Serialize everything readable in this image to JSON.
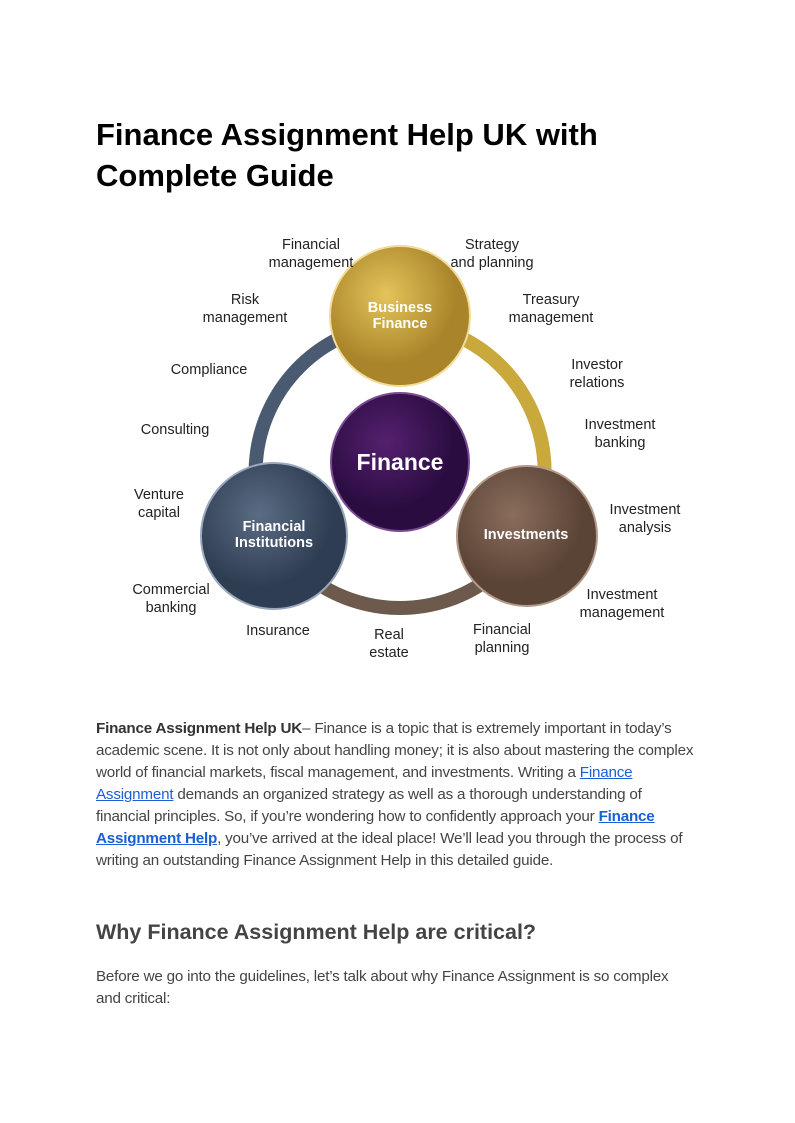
{
  "title": "Finance Assignment Help UK with Complete Guide",
  "diagram": {
    "center": "Finance",
    "nodes": {
      "business": "Business\nFinance",
      "institutions": "Financial\nInstitutions",
      "investments": "Investments"
    },
    "labels": [
      "Financial\nmanagement",
      "Strategy\nand planning",
      "Risk\nmanagement",
      "Treasury\nmanagement",
      "Compliance",
      "Investor\nrelations",
      "Consulting",
      "Investment\nbanking",
      "Venture\ncapital",
      "Investment\nanalysis",
      "Commercial\nbanking",
      "Investment\nmanagement",
      "Insurance",
      "Real\nestate",
      "Financial\nplanning"
    ],
    "colors": {
      "business": "#c9a437",
      "institutions": "#3f5068",
      "investments": "#6b5344",
      "center": "#3b1458"
    }
  },
  "intro": {
    "bold": "Finance Assignment Help UK",
    "t1": "– Finance is a topic that is extremely important in today’s academic scene. It is not only about handling money; it is also about mastering the complex world of financial markets, fiscal management, and investments. Writing a ",
    "link1": "Finance Assignment",
    "t2": " demands an organized strategy as well as a thorough understanding of financial principles. So, if you’re wondering how to confidently approach your ",
    "link2": "Finance Assignment Help",
    "t3": ", you’ve arrived at the ideal place! We’ll lead you through the process of writing an outstanding Finance Assignment Help in this detailed guide."
  },
  "section": {
    "heading": "Why Finance Assignment Help are critical?",
    "text": "Before we go into the guidelines, let’s talk about why Finance Assignment is so complex and critical:"
  }
}
